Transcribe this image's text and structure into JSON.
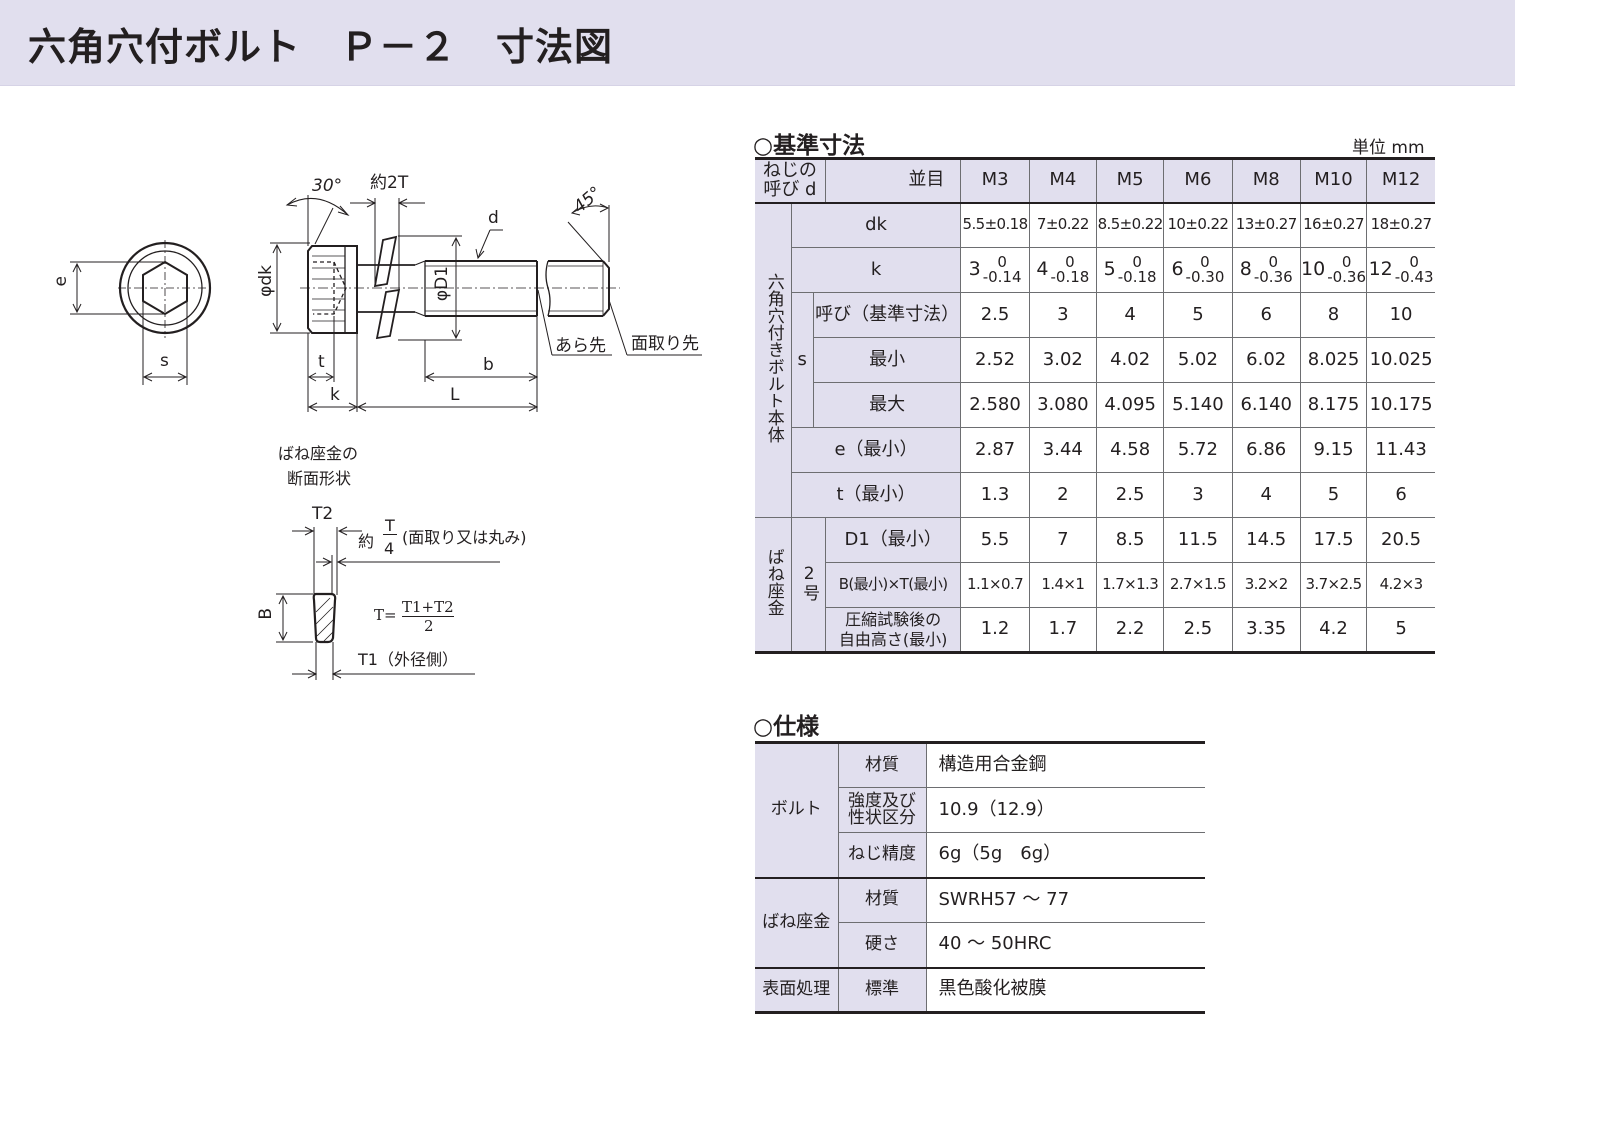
{
  "header": {
    "title": "六角穴付ボルト　Ｐ－２　寸法図"
  },
  "diagram": {
    "labels": {
      "e": "e",
      "s": "s",
      "angle30": "30°",
      "approx2T": "約2T",
      "d": "d",
      "angle45": "45°",
      "phi_dk": "φdk",
      "phi_D1": "φD1",
      "t": "t",
      "k": "k",
      "b": "b",
      "L": "L",
      "ara_saki": "あら先",
      "mentori_saki": "面取り先"
    },
    "washer_section": {
      "title_line1": "ばね座金の",
      "title_line2": "断面形状",
      "T2": "T2",
      "approx": "約",
      "frac_num": "T",
      "frac_den": "4",
      "chamfer_note": "(面取り又は丸み)",
      "B": "B",
      "formula_lhs": "T=",
      "formula_num": "T1+T2",
      "formula_den": "2",
      "T1_label": "T1（外径側）"
    }
  },
  "standard_table": {
    "section_title": "○基準寸法",
    "unit": "単位 mm",
    "header": {
      "thread_label": "ねじの呼び d",
      "pitch_label": "並目",
      "sizes": [
        "M3",
        "M4",
        "M5",
        "M6",
        "M8",
        "M10",
        "M12"
      ]
    },
    "groups": {
      "bolt_body": "六角穴付きボルト本体",
      "spring_washer": "ばね座金",
      "washer_no": "2号",
      "s": "s"
    },
    "rows": {
      "dk": {
        "label": "dk",
        "values": [
          "5.5±0.18",
          "7±0.22",
          "8.5±0.22",
          "10±0.22",
          "13±0.27",
          "16±0.27",
          "18±0.27"
        ]
      },
      "k": {
        "label": "k",
        "values": [
          {
            "base": "3",
            "upper": "0",
            "lower": "-0.14"
          },
          {
            "base": "4",
            "upper": "0",
            "lower": "-0.18"
          },
          {
            "base": "5",
            "upper": "0",
            "lower": "-0.18"
          },
          {
            "base": "6",
            "upper": "0",
            "lower": "-0.30"
          },
          {
            "base": "8",
            "upper": "0",
            "lower": "-0.36"
          },
          {
            "base": "10",
            "upper": "0",
            "lower": "-0.36"
          },
          {
            "base": "12",
            "upper": "0",
            "lower": "-0.43"
          }
        ]
      },
      "s_nominal": {
        "label": "呼び（基準寸法）",
        "values": [
          "2.5",
          "3",
          "4",
          "5",
          "6",
          "8",
          "10"
        ]
      },
      "s_min": {
        "label": "最小",
        "values": [
          "2.52",
          "3.02",
          "4.02",
          "5.02",
          "6.02",
          "8.025",
          "10.025"
        ]
      },
      "s_max": {
        "label": "最大",
        "values": [
          "2.580",
          "3.080",
          "4.095",
          "5.140",
          "6.140",
          "8.175",
          "10.175"
        ]
      },
      "e_min": {
        "label": "e（最小）",
        "values": [
          "2.87",
          "3.44",
          "4.58",
          "5.72",
          "6.86",
          "9.15",
          "11.43"
        ]
      },
      "t_min": {
        "label": "t（最小）",
        "values": [
          "1.3",
          "2",
          "2.5",
          "3",
          "4",
          "5",
          "6"
        ]
      },
      "D1_min": {
        "label": "D1（最小）",
        "values": [
          "5.5",
          "7",
          "8.5",
          "11.5",
          "14.5",
          "17.5",
          "20.5"
        ]
      },
      "BxT": {
        "label": "B(最小)×T(最小)",
        "values": [
          "1.1×0.7",
          "1.4×1",
          "1.7×1.3",
          "2.7×1.5",
          "3.2×2",
          "3.7×2.5",
          "4.2×3"
        ]
      },
      "free_height": {
        "label_line1": "圧縮試験後の",
        "label_line2": "自由高さ(最小)",
        "values": [
          "1.2",
          "1.7",
          "2.2",
          "2.5",
          "3.35",
          "4.2",
          "5"
        ]
      }
    }
  },
  "spec_table": {
    "section_title": "○仕様",
    "groups": [
      {
        "name": "ボルト",
        "rows": [
          {
            "item": "材質",
            "value": "構造用合金鋼"
          },
          {
            "item_line1": "強度及び",
            "item_line2": "性状区分",
            "value": "10.9（12.9）"
          },
          {
            "item": "ねじ精度",
            "value": "6g（5g　6g）"
          }
        ]
      },
      {
        "name": "ばね座金",
        "rows": [
          {
            "item": "材質",
            "value": "SWRH57 ～ 77"
          },
          {
            "item": "硬さ",
            "value": "40 ～ 50HRC"
          }
        ]
      },
      {
        "name": "表面処理",
        "rows": [
          {
            "item": "標準",
            "value": "黒色酸化被膜"
          }
        ]
      }
    ]
  },
  "colors": {
    "header_band": "#e1dfee",
    "table_header_fill": "#e1dfee",
    "text": "#231f20",
    "rule": "#231f20"
  }
}
